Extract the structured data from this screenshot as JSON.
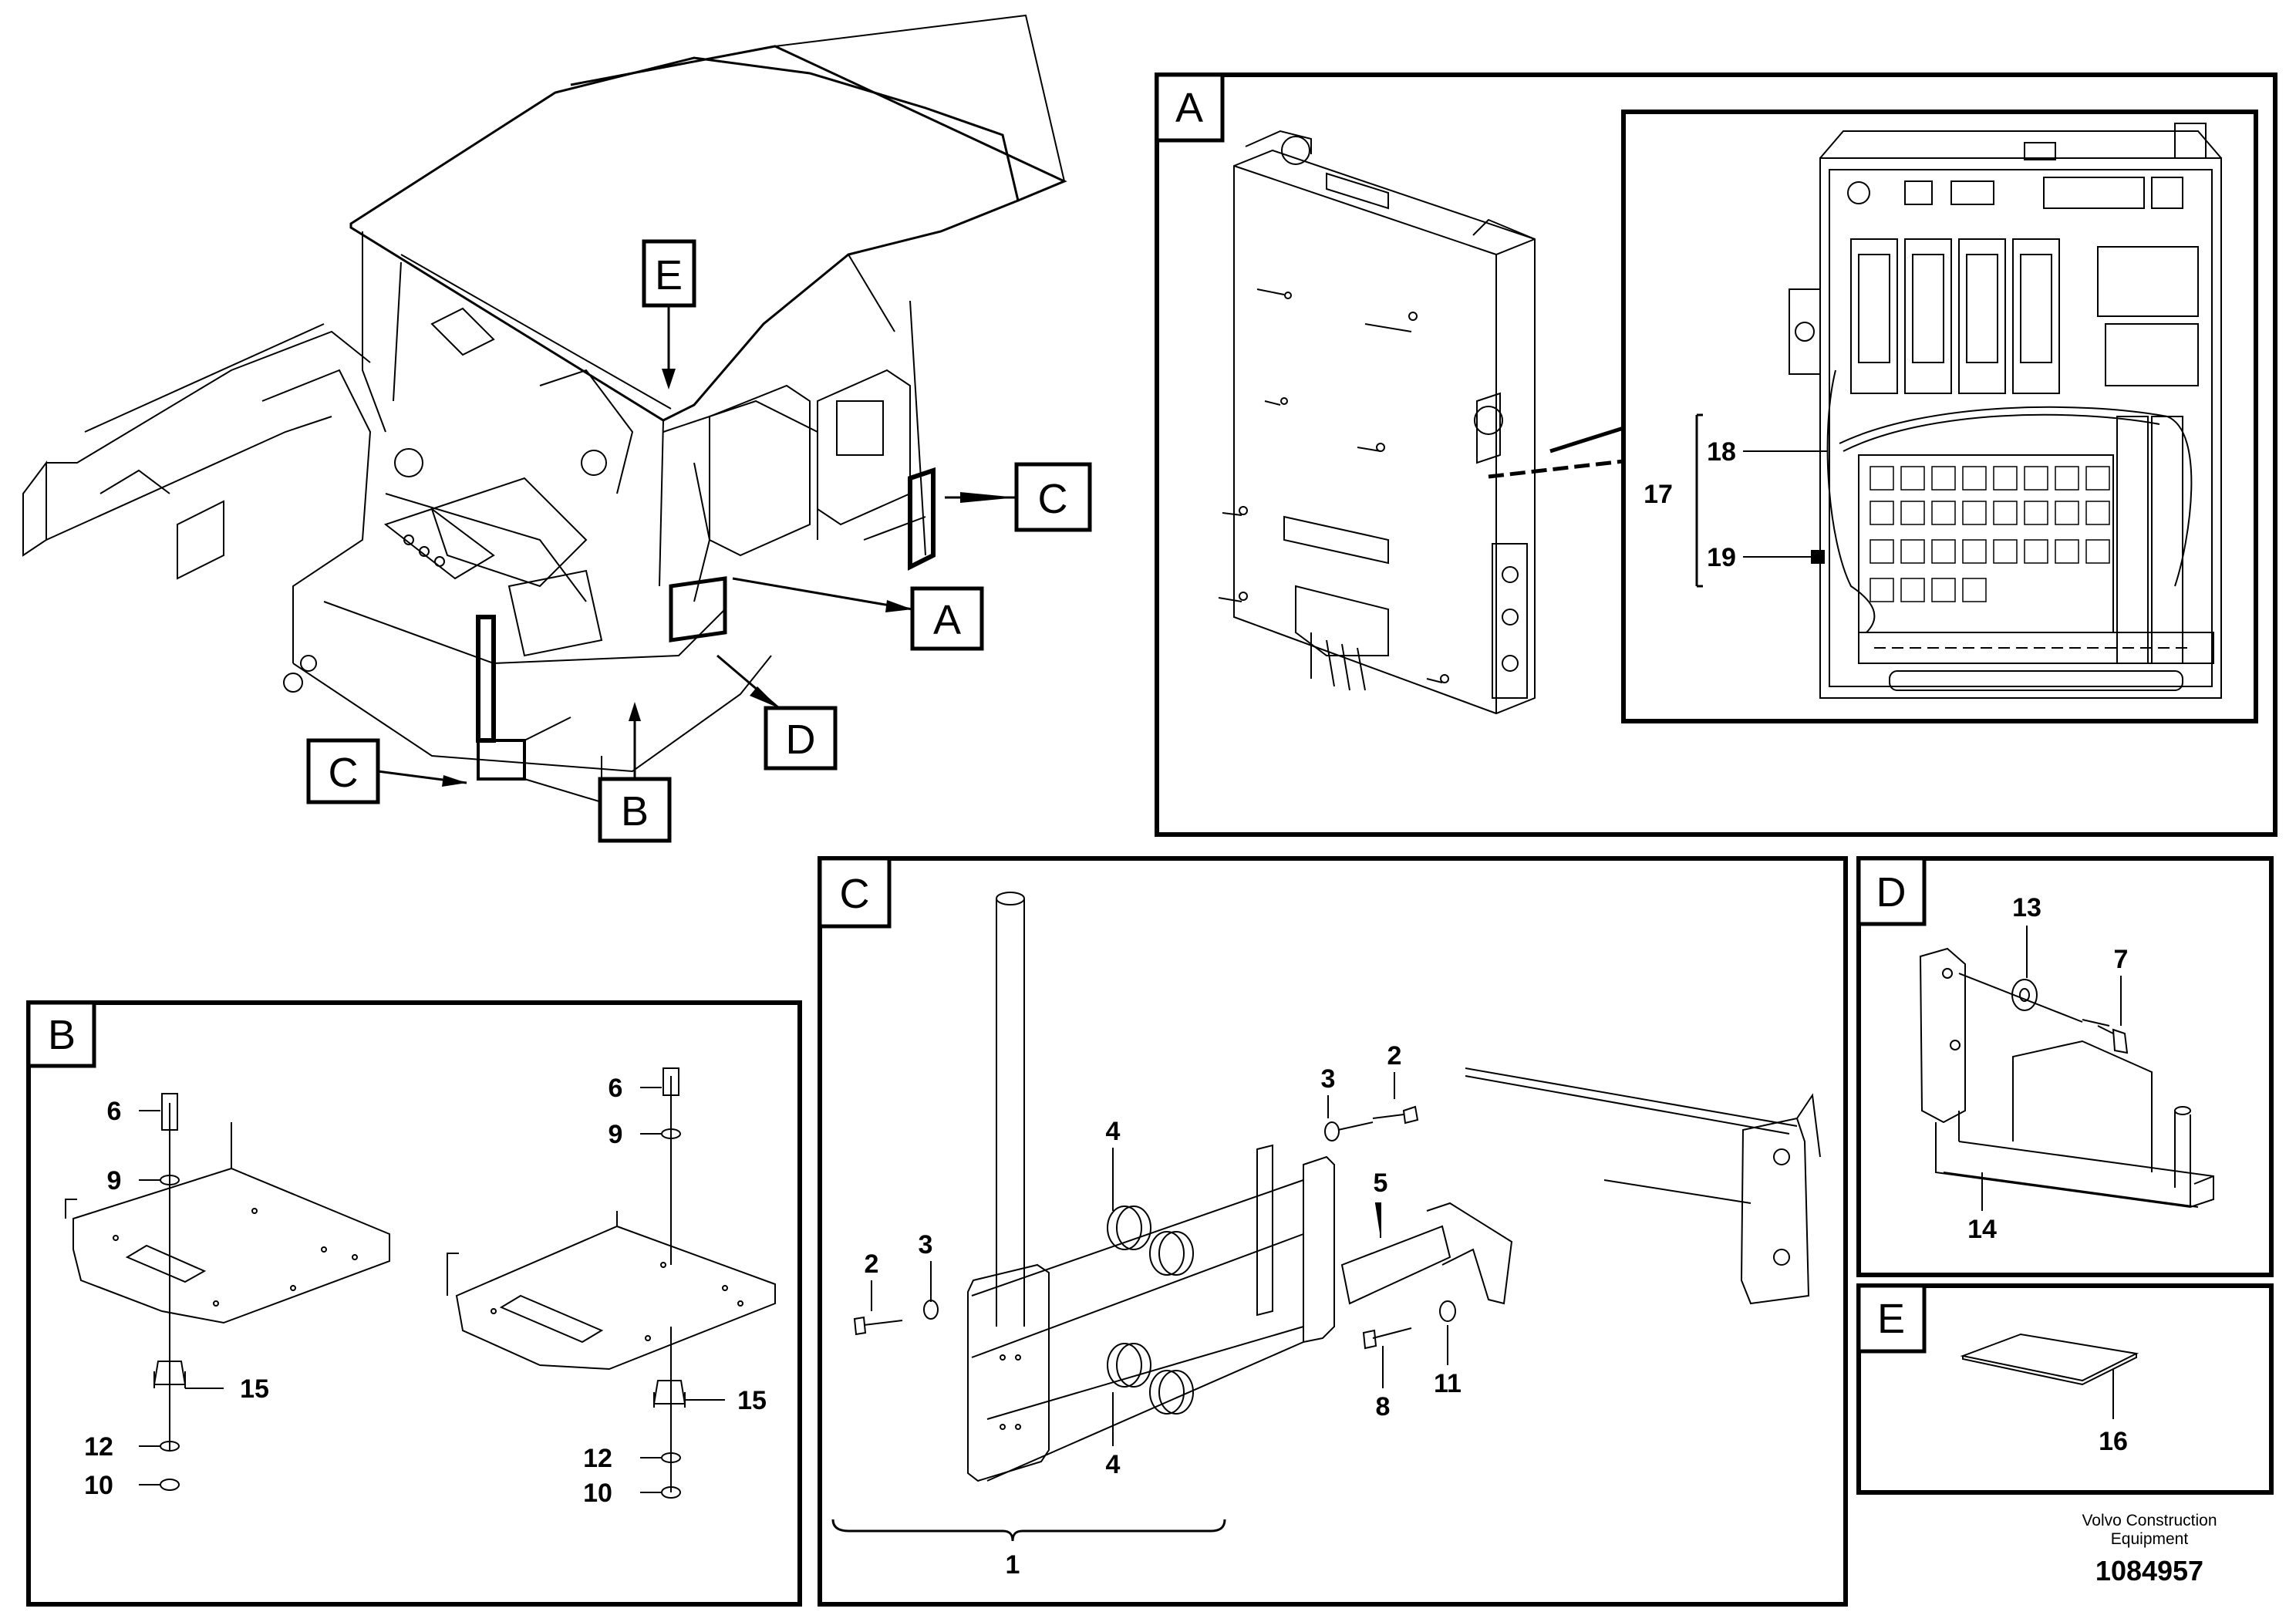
{
  "callouts": {
    "overview": [
      "E",
      "C",
      "A",
      "D",
      "C",
      "B"
    ],
    "panel_a": "A",
    "panel_b": "B",
    "panel_c": "C",
    "panel_d": "D",
    "panel_e": "E"
  },
  "panel_a_numbers": [
    "17",
    "18",
    "19"
  ],
  "panel_b_numbers": [
    "6",
    "9",
    "15",
    "12",
    "10",
    "6",
    "9",
    "15",
    "12",
    "10"
  ],
  "panel_c_numbers": [
    "2",
    "3",
    "4",
    "2",
    "3",
    "5",
    "4",
    "8",
    "11",
    "1"
  ],
  "panel_d_numbers": [
    "13",
    "7",
    "14"
  ],
  "panel_e_numbers": [
    "16"
  ],
  "footer": {
    "company_line1": "Volvo Construction",
    "company_line2": "Equipment",
    "doc_number": "1084957"
  }
}
